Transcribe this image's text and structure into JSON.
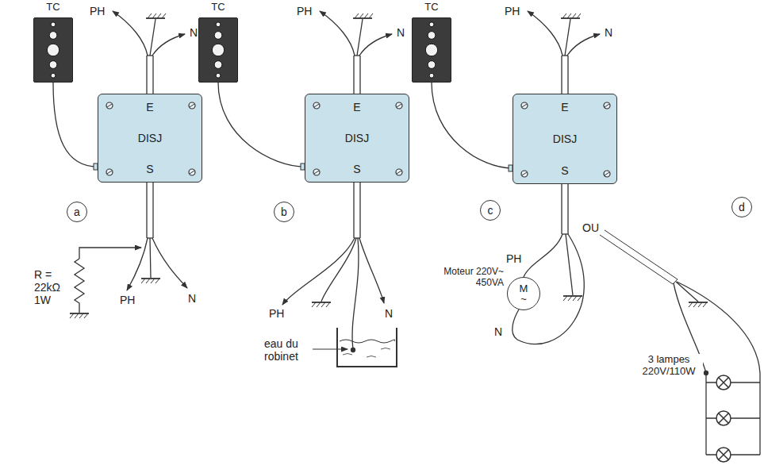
{
  "diagram": {
    "nodes": [
      {
        "text": [
          "TC"
        ]
      },
      {
        "text": [
          "E",
          "DISJ",
          "S"
        ]
      },
      {
        "text": [
          "a"
        ]
      },
      {
        "text": [
          "TC"
        ]
      },
      {
        "text": [
          "E",
          "DISJ",
          "S"
        ]
      },
      {
        "text": [
          "b"
        ]
      },
      {
        "text": [
          "TC"
        ]
      },
      {
        "text": [
          "E",
          "DISJ",
          "S"
        ]
      },
      {
        "text": [
          "c"
        ]
      },
      {
        "text": [
          "M",
          "~"
        ]
      },
      {
        "text": [
          "d"
        ]
      }
    ],
    "edges": [
      {
        "from": 0,
        "to": 1,
        "arrow": "none"
      },
      {
        "from": 3,
        "to": 4,
        "arrow": "none"
      },
      {
        "from": 6,
        "to": 7,
        "arrow": "none"
      }
    ],
    "labels": [
      "PH",
      "N",
      "R = 22kΩ 1W",
      "PH",
      "N",
      "PH",
      "N",
      "PH",
      "N",
      "eau du robinet",
      "PH",
      "N",
      "OU",
      "PH",
      "Moteur 220V~ 450VA",
      "N",
      "3 lampes 220V/110W"
    ]
  }
}
